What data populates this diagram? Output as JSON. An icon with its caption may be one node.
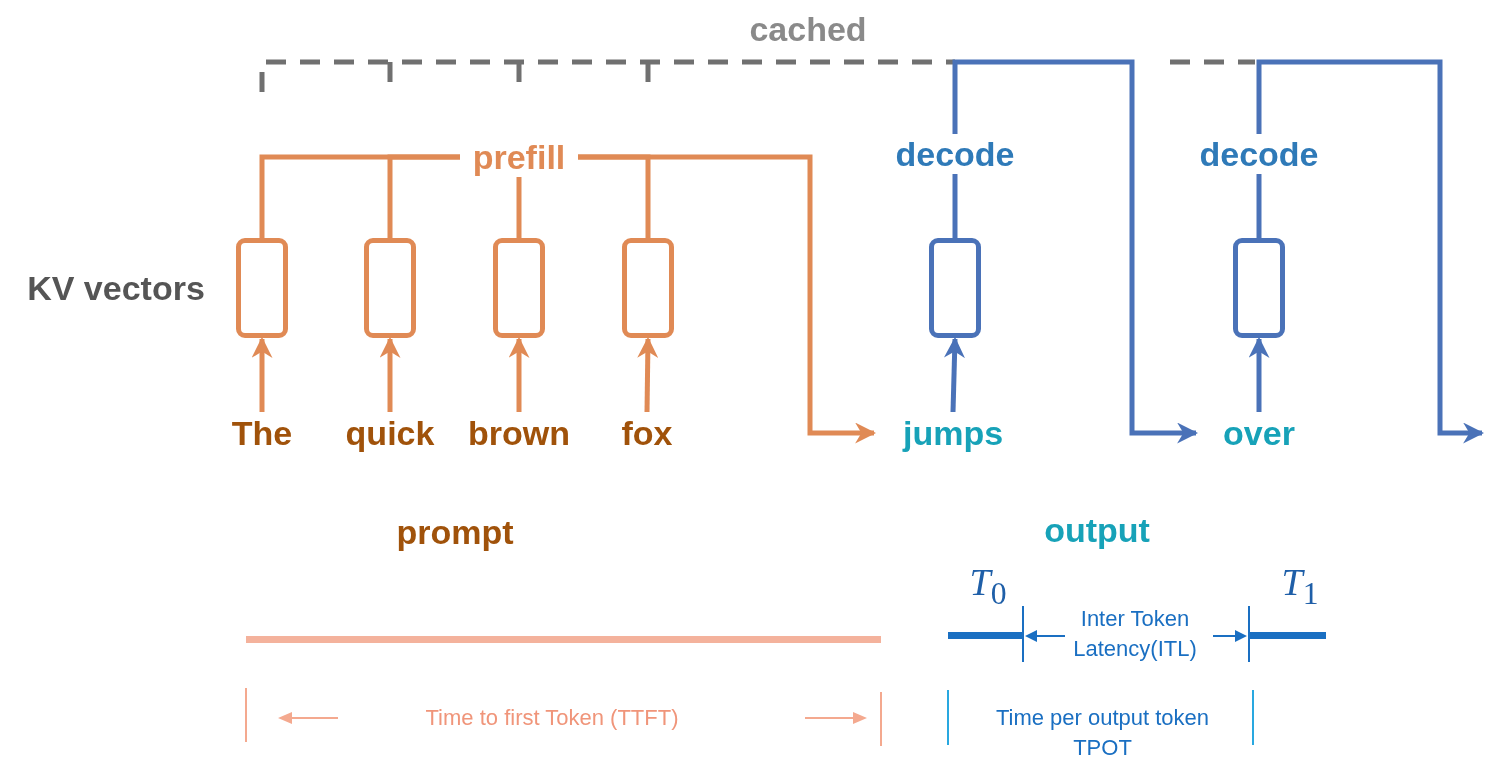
{
  "diagram": {
    "nodes": [
      {
        "text": [
          "prefill"
        ]
      },
      {
        "text": [
          "decode"
        ]
      },
      {
        "text": [
          "decode"
        ]
      },
      {
        "text": [],
        "shape": "box"
      },
      {
        "text": [],
        "shape": "box"
      },
      {
        "text": [],
        "shape": "box"
      },
      {
        "text": [],
        "shape": "box"
      },
      {
        "text": [],
        "shape": "box"
      },
      {
        "text": [],
        "shape": "box"
      },
      {
        "text": [
          "The"
        ]
      },
      {
        "text": [
          "quick"
        ]
      },
      {
        "text": [
          "brown"
        ]
      },
      {
        "text": [
          "fox"
        ]
      },
      {
        "text": [
          "jumps"
        ]
      },
      {
        "text": [
          "over"
        ]
      }
    ],
    "edges": [
      {
        "from": 9,
        "to": 3,
        "arrow": "to"
      },
      {
        "from": 10,
        "to": 4,
        "arrow": "to"
      },
      {
        "from": 11,
        "to": 5,
        "arrow": "to"
      },
      {
        "from": 12,
        "to": 6,
        "arrow": "to"
      },
      {
        "from": 3,
        "to": 0,
        "arrow": "none"
      },
      {
        "from": 4,
        "to": 0,
        "arrow": "none"
      },
      {
        "from": 5,
        "to": 0,
        "arrow": "none"
      },
      {
        "from": 6,
        "to": 0,
        "arrow": "none"
      },
      {
        "from": 0,
        "to": 13,
        "arrow": "to"
      },
      {
        "from": 13,
        "to": 7,
        "arrow": "to",
        "color": "#4a72b8"
      },
      {
        "from": 7,
        "to": 1,
        "arrow": "none",
        "color": "#4a72b8"
      },
      {
        "from": 1,
        "to": 14,
        "arrow": "to",
        "color": "#4a72b8"
      },
      {
        "from": 14,
        "to": 8,
        "arrow": "to",
        "color": "#4a72b8"
      },
      {
        "from": 8,
        "to": 2,
        "arrow": "none",
        "color": "#4a72b8"
      },
      {
        "from": 2,
        "to": null,
        "arrow": "to",
        "color": "#4a72b8"
      }
    ],
    "labels": [
      "cached",
      "KV vectors",
      "prompt",
      "output",
      "*T*$_{0}$",
      "Inter Token Latency(ITL)",
      "*T*$_{1}$",
      "Time to first Token (TTFT)",
      "Time per output token TPOT"
    ]
  }
}
